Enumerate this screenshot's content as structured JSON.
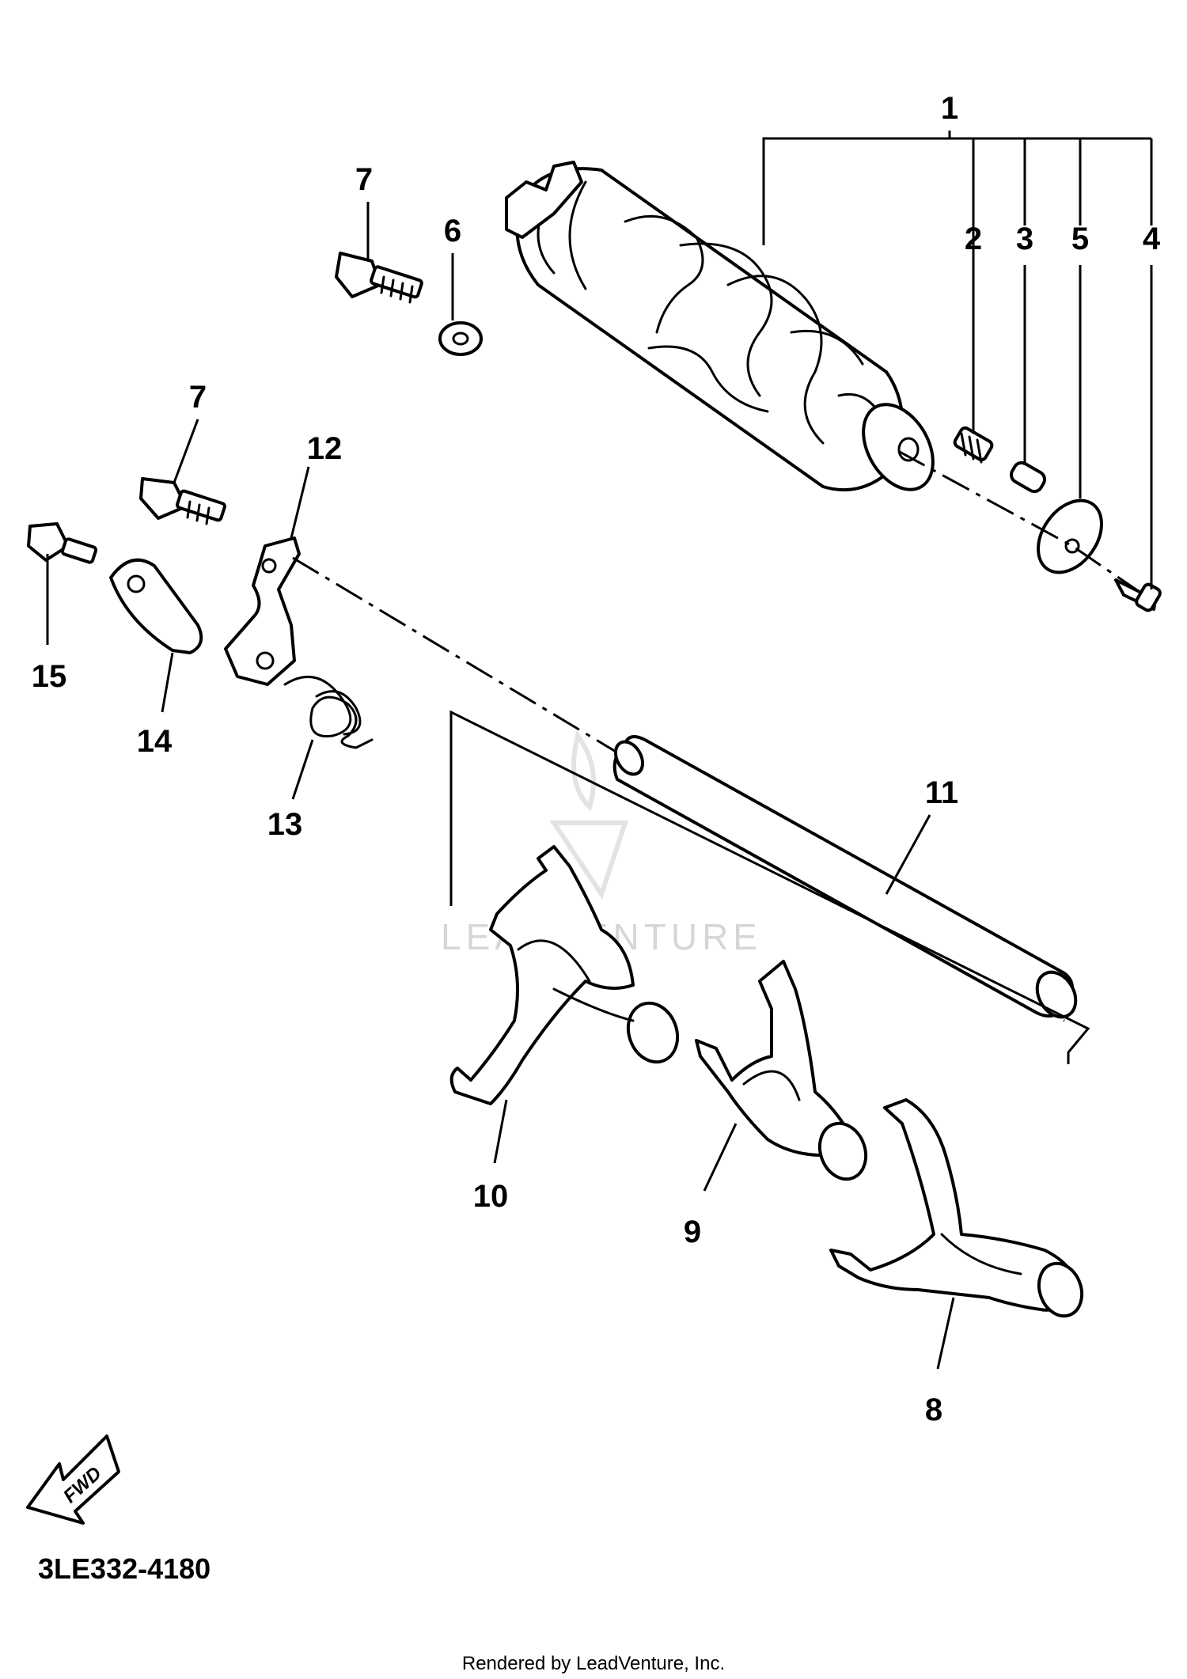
{
  "callouts": [
    {
      "id": "c1",
      "label": "1"
    },
    {
      "id": "c2",
      "label": "2"
    },
    {
      "id": "c3",
      "label": "3"
    },
    {
      "id": "c5",
      "label": "5"
    },
    {
      "id": "c4",
      "label": "4"
    },
    {
      "id": "c6",
      "label": "6"
    },
    {
      "id": "c7a",
      "label": "7"
    },
    {
      "id": "c7b",
      "label": "7"
    },
    {
      "id": "c12",
      "label": "12"
    },
    {
      "id": "c15",
      "label": "15"
    },
    {
      "id": "c14",
      "label": "14"
    },
    {
      "id": "c13",
      "label": "13"
    },
    {
      "id": "c11",
      "label": "11"
    },
    {
      "id": "c10",
      "label": "10"
    },
    {
      "id": "c9",
      "label": "9"
    },
    {
      "id": "c8",
      "label": "8"
    }
  ],
  "watermark": {
    "text": "LEADVENTURE"
  },
  "direction_badge": {
    "text": "FWD"
  },
  "reference_code": "3LE332-4180",
  "footer_text": "Rendered by LeadVenture, Inc."
}
